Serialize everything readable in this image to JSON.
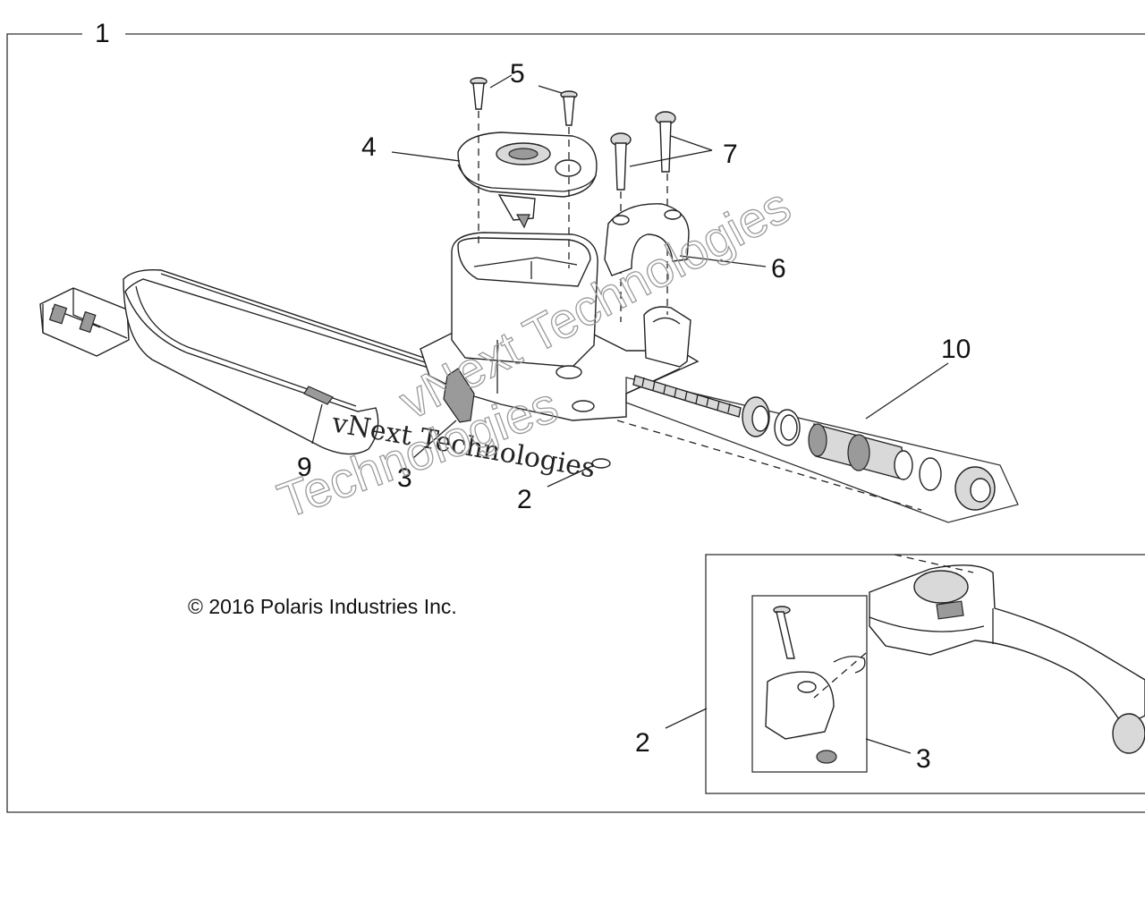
{
  "callouts": {
    "assembly": "1",
    "pin_upper": "2",
    "pin_lower": "2",
    "clip_upper": "3",
    "clip_lower": "3",
    "reservoir_cover": "4",
    "cover_screws": "5",
    "clamp": "6",
    "clamp_bolts": "7",
    "switch": "9",
    "piston_kit": "10"
  },
  "copyright": "© 2016 Polaris Industries Inc.",
  "watermark": {
    "line1": "vNext Technologies",
    "line2": "vNext Technologies",
    "line3": "Technologies"
  }
}
